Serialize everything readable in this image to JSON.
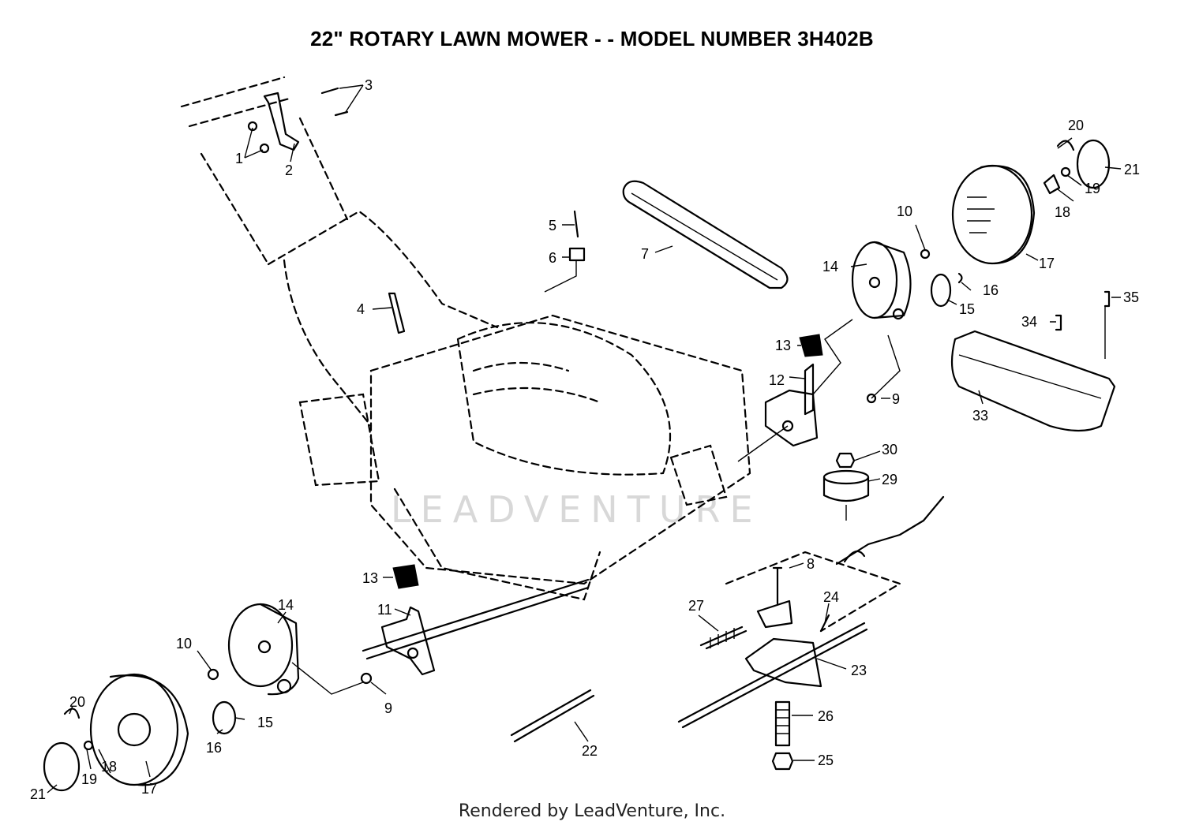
{
  "title": "22\" ROTARY LAWN MOWER - - MODEL NUMBER 3H402B",
  "watermark": "LEADVENTURE",
  "footer": "Rendered by LeadVenture, Inc.",
  "callouts": {
    "p1": "1",
    "p2": "2",
    "p3": "3",
    "p4": "4",
    "p5": "5",
    "p6": "6",
    "p7": "7",
    "p8": "8",
    "p9a": "9",
    "p9b": "9",
    "p10a": "10",
    "p10b": "10",
    "p11": "11",
    "p12": "12",
    "p13a": "13",
    "p13b": "13",
    "p14a": "14",
    "p14b": "14",
    "p15a": "15",
    "p15b": "15",
    "p16a": "16",
    "p16b": "16",
    "p17a": "17",
    "p17b": "17",
    "p18a": "18",
    "p18b": "18",
    "p19a": "19",
    "p19b": "19",
    "p20a": "20",
    "p20b": "20",
    "p21a": "21",
    "p21b": "21",
    "p22": "22",
    "p23": "23",
    "p24": "24",
    "p25": "25",
    "p26": "26",
    "p27": "27",
    "p29": "29",
    "p30": "30",
    "p33": "33",
    "p34": "34",
    "p35": "35"
  }
}
